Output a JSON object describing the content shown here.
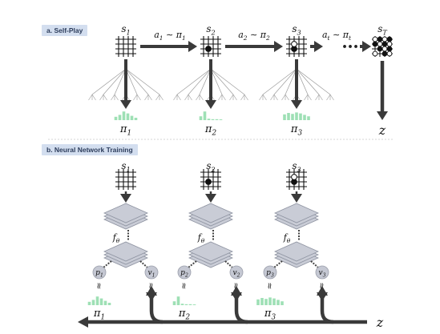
{
  "panels": {
    "self_play": {
      "label": "a. Self-Play"
    },
    "training": {
      "label": "b. Neural Network Training"
    }
  },
  "self_play": {
    "states": [
      {
        "base": "s",
        "sub": "1",
        "stones": []
      },
      {
        "base": "s",
        "sub": "2",
        "stones": [
          {
            "c": 1,
            "r": 1,
            "color": "black"
          }
        ]
      },
      {
        "base": "s",
        "sub": "3",
        "stones": [
          {
            "c": 1,
            "r": 1,
            "color": "black"
          },
          {
            "c": 1,
            "r": 0,
            "color": "white"
          }
        ]
      }
    ],
    "final_state": {
      "base": "s",
      "sub": "T"
    },
    "actions": [
      {
        "a_sub": "1",
        "pi_sub": "1"
      },
      {
        "a_sub": "2",
        "pi_sub": "2"
      },
      {
        "a_sub": "t",
        "pi_sub": "t"
      }
    ],
    "ellipsis": "•••",
    "policies": [
      {
        "base": "π",
        "sub": "1",
        "bars": [
          0.35,
          0.55,
          0.9,
          0.7,
          0.45,
          0.25
        ]
      },
      {
        "base": "π",
        "sub": "2",
        "bars": [
          0.4,
          0.9,
          0.15,
          0.1,
          0.1,
          0.08
        ]
      },
      {
        "base": "π",
        "sub": "3",
        "bars": [
          0.6,
          0.75,
          0.65,
          0.8,
          0.7,
          0.55,
          0.4
        ]
      }
    ],
    "outcome": "z"
  },
  "training": {
    "columns": [
      {
        "state": {
          "base": "s",
          "sub": "1"
        },
        "f": {
          "base": "f",
          "sub": "θ"
        },
        "p": {
          "base": "p",
          "sub": "1"
        },
        "v": {
          "base": "v",
          "sub": "1"
        },
        "approx": "≈",
        "pi": {
          "base": "π",
          "sub": "1"
        }
      },
      {
        "state": {
          "base": "s",
          "sub": "2"
        },
        "f": {
          "base": "f",
          "sub": "θ"
        },
        "p": {
          "base": "p",
          "sub": "2"
        },
        "v": {
          "base": "v",
          "sub": "2"
        },
        "approx": "≈",
        "pi": {
          "base": "π",
          "sub": "2"
        }
      },
      {
        "state": {
          "base": "s",
          "sub": "3"
        },
        "f": {
          "base": "f",
          "sub": "θ"
        },
        "p": {
          "base": "p",
          "sub": "3"
        },
        "v": {
          "base": "v",
          "sub": "3"
        },
        "approx": "≈",
        "pi": {
          "base": "π",
          "sub": "3"
        }
      }
    ],
    "outcome": "z"
  },
  "colors": {
    "arrow": "#3a3a3a",
    "policy_green": "#9ee0b5",
    "layer_fill": "#c9ccd6",
    "layer_stroke": "#8e93a1",
    "node_fill": "#c5c8d3",
    "badge_bg": "#d3deef",
    "tree": "#9a9a9a"
  }
}
